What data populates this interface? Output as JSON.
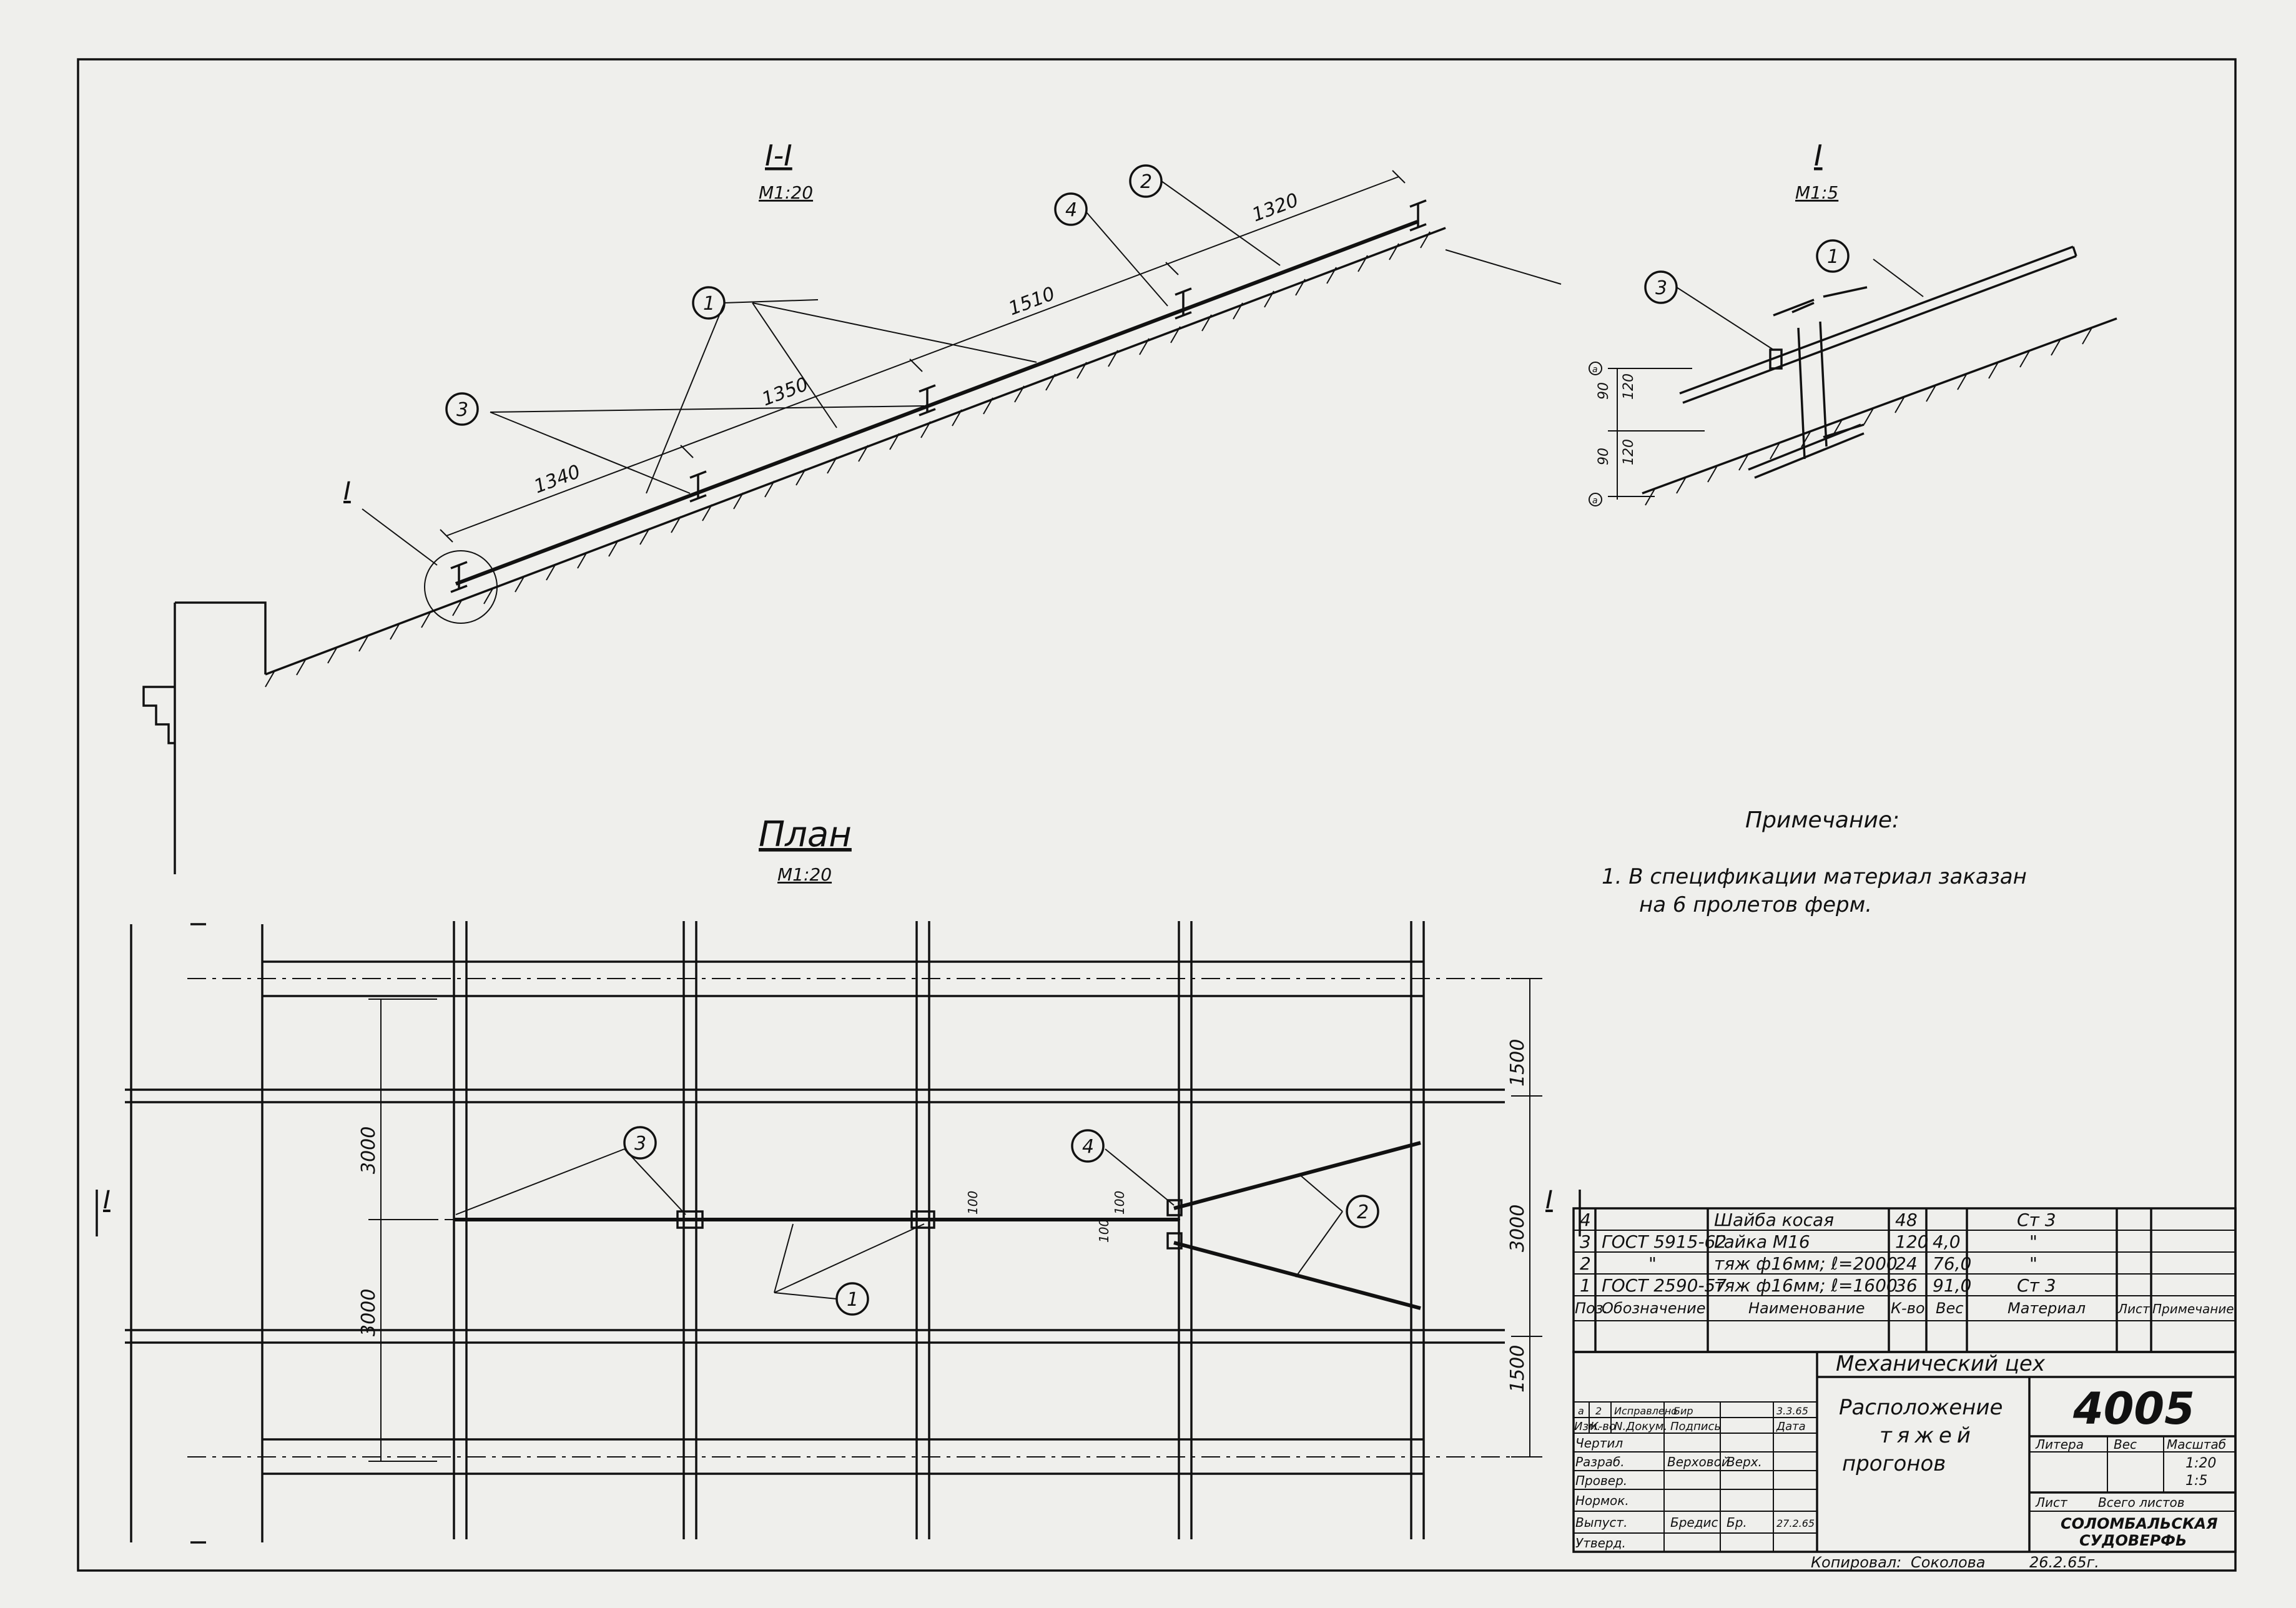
{
  "section_main": {
    "title": "I-I",
    "scale": "М1:20"
  },
  "section_detail": {
    "title": "I",
    "scale": "М1:5"
  },
  "plan": {
    "title": "План",
    "scale": "М1:20"
  },
  "section_dims": [
    "1340",
    "1350",
    "1510",
    "1320"
  ],
  "detail_dims": [
    "90",
    "120",
    "90",
    "120"
  ],
  "detail_axis_marks": [
    "а",
    "а"
  ],
  "plan_dims_left": [
    "3000",
    "3000"
  ],
  "plan_dims_right": [
    "1500",
    "3000",
    "1500"
  ],
  "plan_small_dims": [
    "100",
    "100",
    "100"
  ],
  "callouts": [
    "1",
    "2",
    "3",
    "4"
  ],
  "section_marker": "I",
  "note": {
    "title": "Примечание:",
    "lines": [
      "1. В спецификации материал заказан",
      "на   6  пролетов ферм."
    ]
  },
  "spec": {
    "rows": [
      {
        "pos": "4",
        "designation": "",
        "name": "Шайба косая",
        "qty": "48",
        "weight": "",
        "material": "Ст 3"
      },
      {
        "pos": "3",
        "designation": "ГОСТ 5915-62",
        "name": "Гайка  М16",
        "qty": "120",
        "weight": "4,0",
        "material": "\""
      },
      {
        "pos": "2",
        "designation": "\"",
        "name": "тяж ф16мм; ℓ=2000",
        "qty": "24",
        "weight": "76,0",
        "material": "\""
      },
      {
        "pos": "1",
        "designation": "ГОСТ 2590-57",
        "name": "тяж ф16мм; ℓ=1600",
        "qty": "36",
        "weight": "91,0",
        "material": "Ст 3"
      }
    ],
    "headers": {
      "pos": "Поз.",
      "designation": "Обозначение",
      "name": "Наименование",
      "qty": "К-во",
      "weight": "Вес",
      "material": "Материал",
      "sheet": "Лист",
      "note": "Примечание"
    }
  },
  "title_block": {
    "shop": "Механический цех",
    "drawing_title": [
      "Расположение",
      "тяжей",
      "прогонов"
    ],
    "number": "4005",
    "col_litera": "Литера",
    "col_weight": "Вес",
    "col_scale": "Масштаб",
    "scales": [
      "1:20",
      "1:5"
    ],
    "sheet": "Лист",
    "total_sheets": "Всего листов",
    "org": [
      "СОЛОМБАЛЬСКАЯ",
      "СУДОВЕРФЬ"
    ],
    "revision": {
      "a": "а",
      "n": "2",
      "doc": "Исправлено",
      "sign": "Бир",
      "date": "3.3.65"
    },
    "row_labels": [
      "Изм.",
      "К-во",
      "N.Докум.",
      "Подпись",
      "Дата"
    ],
    "roles": [
      {
        "role": "Чертил",
        "name": "",
        "sign": "",
        "date": ""
      },
      {
        "role": "Разраб.",
        "name": "Верховой",
        "sign": "Верх.",
        "date": ""
      },
      {
        "role": "Провер.",
        "name": "",
        "sign": "",
        "date": ""
      },
      {
        "role": "Нормок.",
        "name": "",
        "sign": "",
        "date": ""
      },
      {
        "role": "Выпуст.",
        "name": "Бредис",
        "sign": "Бр.",
        "date": "27.2.65"
      },
      {
        "role": "Утверд.",
        "name": "",
        "sign": "",
        "date": ""
      }
    ]
  },
  "copied": {
    "label": "Копировал:",
    "name": "Соколова",
    "date": "26.2.65г."
  }
}
